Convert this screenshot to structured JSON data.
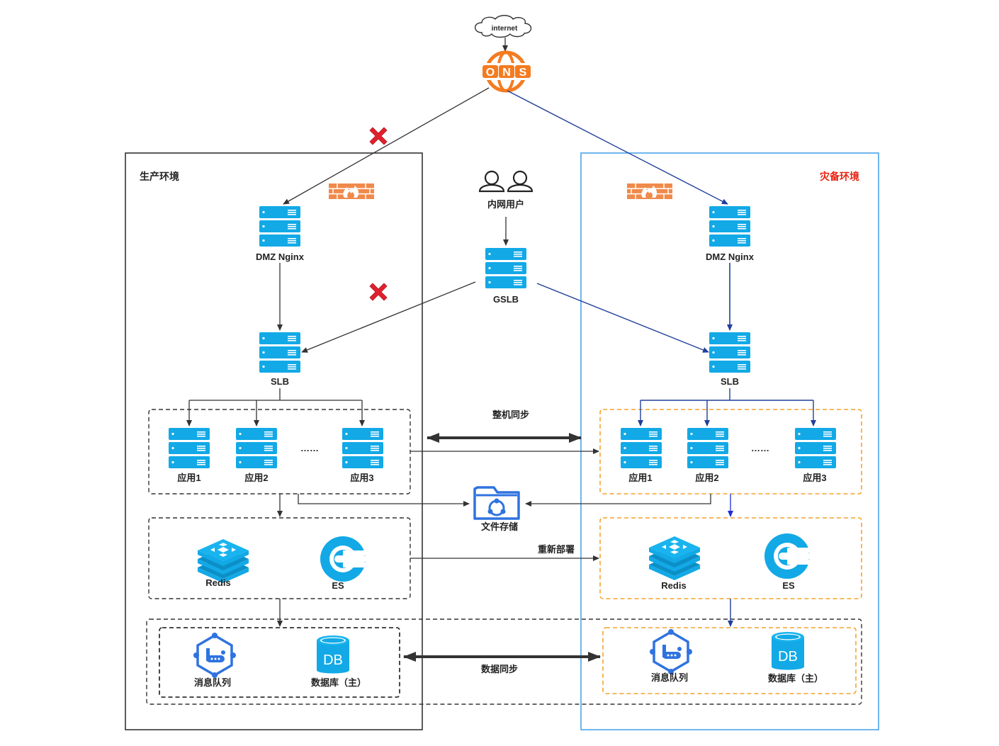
{
  "colors": {
    "server": "#12a9e6",
    "blue_line": "#1f3f9a",
    "dark_line": "#333333",
    "orange_dash": "#f3a42b",
    "dr_border": "#4aa3ea",
    "dr_title": "#e8200e",
    "firewall": "#f08a4b",
    "ons": "#f47b20",
    "redis": "#12a9e6",
    "es": "#12a9e6",
    "mq": "#2f73df",
    "db": "#12a9e6",
    "cross": "#e0202e"
  },
  "internet": {
    "label": "internet",
    "icon": "cloud-icon"
  },
  "ons": {
    "letters": [
      "O",
      "N",
      "S"
    ],
    "icon": "globe-icon"
  },
  "prod": {
    "title": "生产环境",
    "dmz_label": "DMZ Nginx",
    "slb_label": "SLB",
    "apps": [
      "应用1",
      "应用2",
      "应用3"
    ],
    "ellipsis": "……",
    "redis_label": "Redis",
    "es_label": "ES",
    "mq_label": "消息队列",
    "db_label": "数据库（主）",
    "db_glyph": "DB"
  },
  "dr": {
    "title": "灾备环境",
    "dmz_label": "DMZ Nginx",
    "slb_label": "SLB",
    "apps": [
      "应用1",
      "应用2",
      "应用3"
    ],
    "ellipsis": "……",
    "redis_label": "Redis",
    "es_label": "ES",
    "mq_label": "消息队列",
    "db_label": "数据库（主）",
    "db_glyph": "DB"
  },
  "center": {
    "users_label": "内网用户",
    "gslb_label": "GSLB",
    "file_storage_label": "文件存储",
    "sync_machine_label": "整机同步",
    "redeploy_label": "重新部署",
    "sync_data_label": "数据同步"
  }
}
